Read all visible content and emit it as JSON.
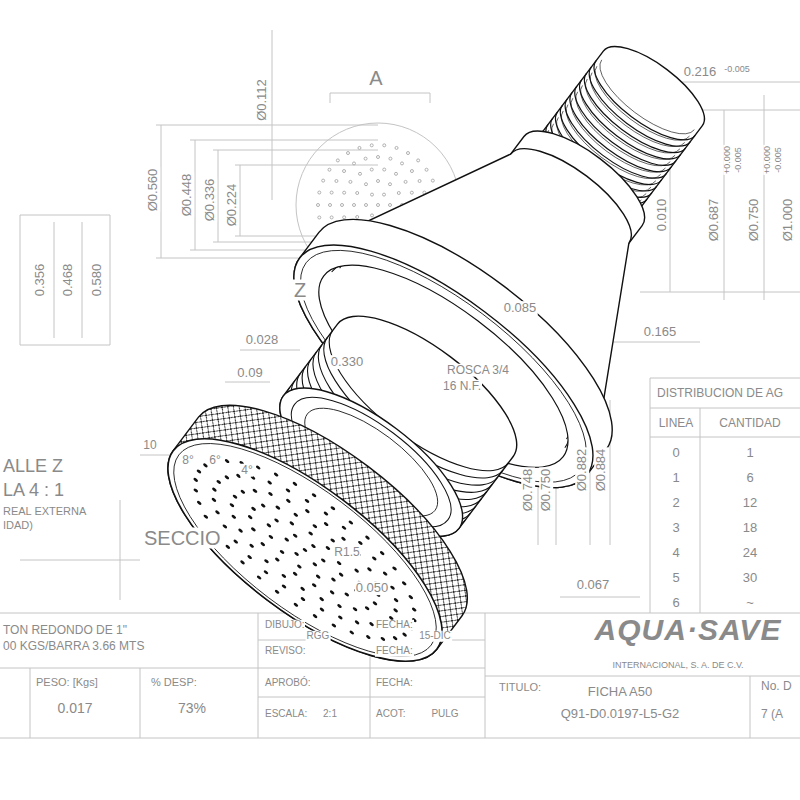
{
  "diagram": {
    "labels": [
      "A",
      "Ø0.112",
      "0.216",
      "-0.005",
      "Ø0.560",
      "Ø0.448",
      "Ø0.336",
      "Ø0.224",
      "0.356",
      "0.468",
      "0.580",
      "Z",
      "0.010",
      "Ø0.687",
      "+0.000",
      "-0.005",
      "Ø0.750",
      "+0.000",
      "-0.005",
      "Ø1.000",
      "0.085",
      "0.165",
      "0.028",
      "0.330",
      "ROSCA 3/4",
      "16 N.F.",
      "0.09",
      "DISTRIBUCION DE AG",
      "LINEA",
      "CANTIDAD",
      "0",
      "1",
      "1",
      "6",
      "2",
      "12",
      "3",
      "18",
      "4",
      "24",
      "5",
      "30",
      "6",
      "~",
      "ALLE Z",
      "LA 4 : 1",
      "REAL EXTERNA",
      "IDAD)",
      "10",
      "8°",
      "6°",
      "4°",
      "SECCIO",
      "R1.5",
      "0.050",
      "0.067",
      "Ø0.748",
      "Ø0.750",
      "Ø0.882",
      "Ø0.884",
      "TON REDONDO DE 1\"",
      "00 KGS/BARRA 3.66 MTS",
      "DIBUJÓ:",
      "RGG",
      "FECHA:",
      "15-DIC",
      "REVISO:",
      "FECHA:",
      "PESO: [Kgs]",
      "% DESP:",
      "0.017",
      "73%",
      "APROBÓ:",
      "FECHA:",
      "ESCALA:",
      "2:1",
      "ACOT:",
      "PULG",
      "AQUA·SAVE",
      "INTERNACIONAL, S. A. DE C.V.",
      "TITULO:",
      "FICHA A50",
      "Q91-D0.0197-L5-G2",
      "No. D",
      "7 (A"
    ]
  }
}
